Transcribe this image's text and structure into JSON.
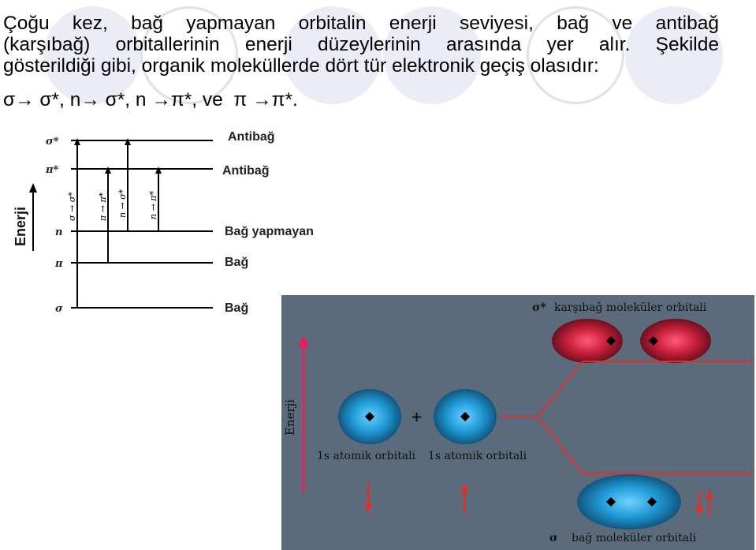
{
  "paragraph": {
    "line1": "Çoğu kez, bağ yapmayan orbitalin enerji seviyesi, bağ ve antibağ",
    "line2": "(karşıbağ) orbitallerinin enerji düzeylerinin arasında yer alır. Şekilde",
    "line3": "gösterildiği gibi, organik moleküllerde dört tür elektronik geçiş olasıdır:"
  },
  "formula": "σ→ σ*, n→ σ*, n →π*, ve  π →π*.",
  "energy_diagram": {
    "axis_label": "Enerji",
    "levels": [
      {
        "symbol": "σ*",
        "label": "Antibağ"
      },
      {
        "symbol": "π*",
        "label": "Antibağ"
      },
      {
        "symbol": "n",
        "label": "Bağ yapmayan"
      },
      {
        "symbol": "π",
        "label": "Bağ"
      },
      {
        "symbol": "σ",
        "label": "Bağ"
      }
    ],
    "transitions": [
      "σ → σ*",
      "π → π*",
      "n → σ*",
      "n → π*"
    ]
  },
  "mo_diagram": {
    "axis_label": "Enerji",
    "antibonding_symbol": "σ*",
    "antibonding_label": "karşıbağ moleküler orbitali",
    "plus": "+",
    "atomic_left_label": "1s atomik orbitali",
    "atomic_right_label": "1s atomik orbitali",
    "bonding_symbol": "σ",
    "bonding_label": "bağ moleküler orbitali"
  },
  "colors": {
    "circle_fill": "#ececf6",
    "circle_ring": "#d6d6ea",
    "mo_background": "#5b6b7b",
    "mo_line": "#e0302a",
    "orbital_blue": "#2aa6e0",
    "orbital_red": "#c8203a"
  }
}
